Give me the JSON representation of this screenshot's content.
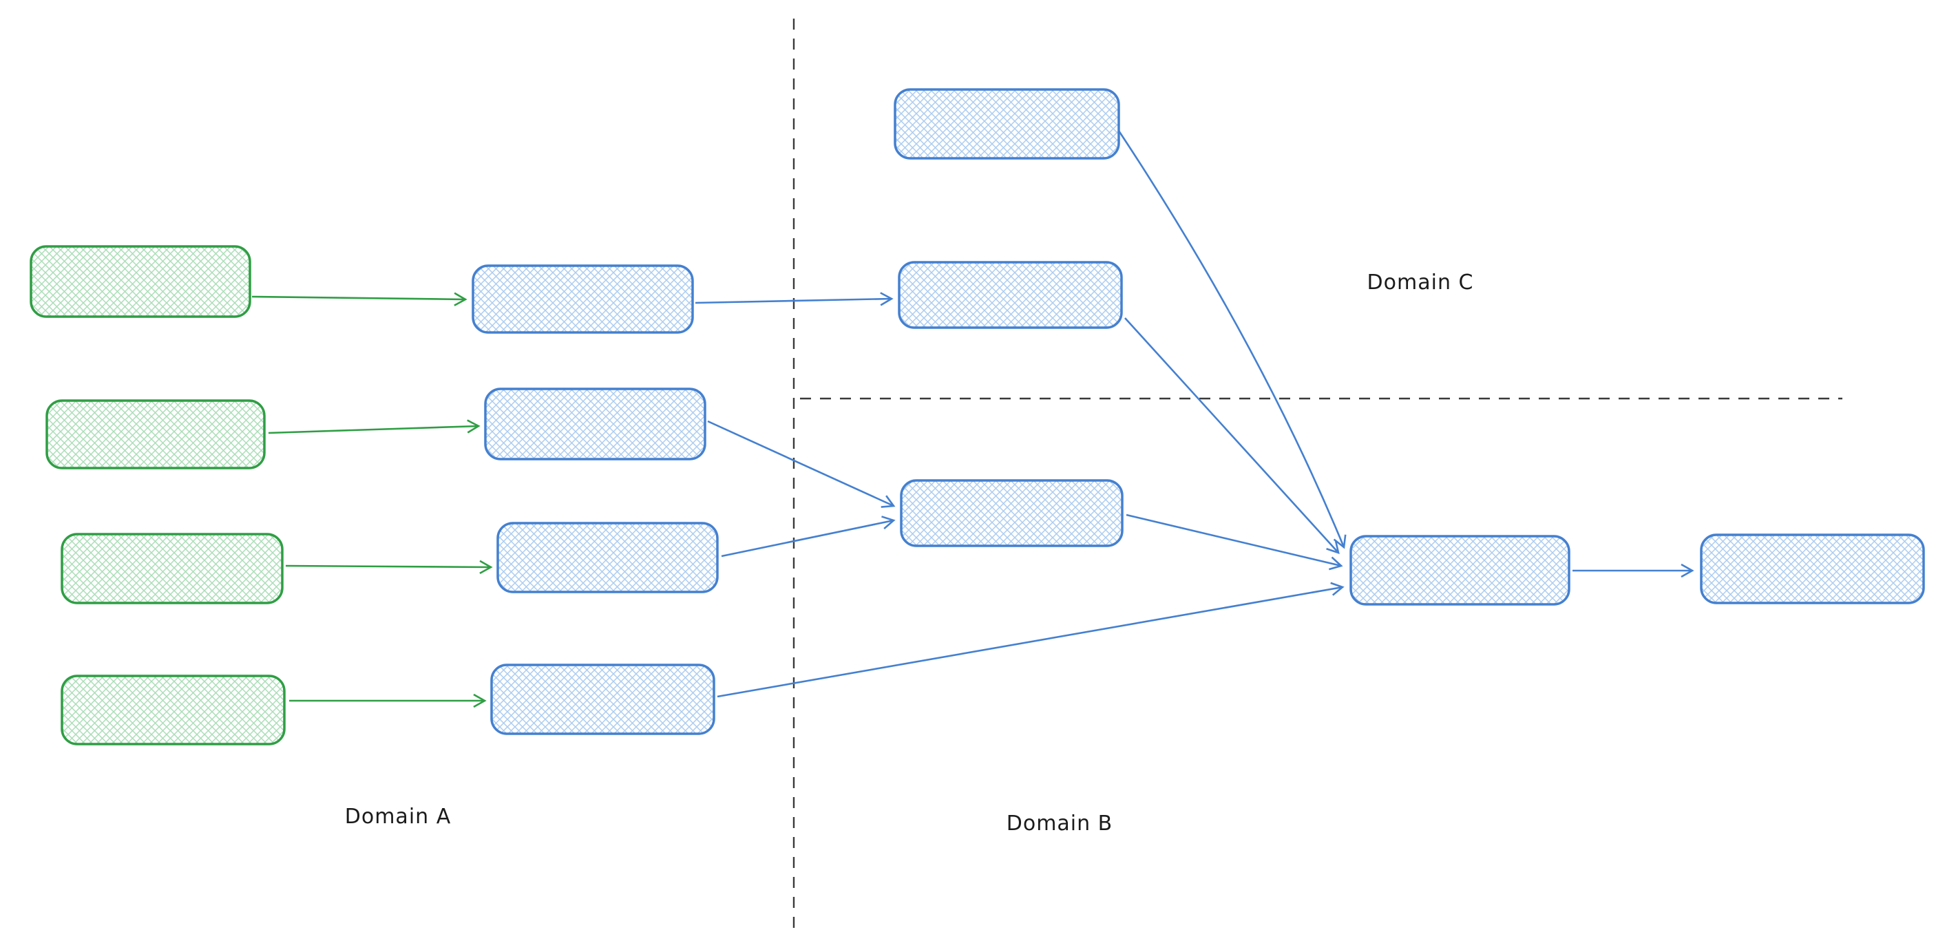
{
  "diagram": {
    "labels": {
      "domain_a": "Domain A",
      "domain_b": "Domain B",
      "domain_c": "Domain C"
    },
    "colors": {
      "green": "#2f9e44",
      "blue": "#4480d0",
      "hatch_green": "#8fd2a0",
      "hatch_blue": "#97c0ec",
      "divider": "#3a3a3a",
      "text": "#1b1b1b",
      "background": "#ffffff"
    },
    "nodes": [
      {
        "id": "source-1",
        "color": "green",
        "label": ""
      },
      {
        "id": "source-2",
        "color": "green",
        "label": ""
      },
      {
        "id": "source-3",
        "color": "green",
        "label": ""
      },
      {
        "id": "source-4",
        "color": "green",
        "label": ""
      },
      {
        "id": "stage1-1",
        "color": "blue",
        "label": ""
      },
      {
        "id": "stage1-2",
        "color": "blue",
        "label": ""
      },
      {
        "id": "stage1-3",
        "color": "blue",
        "label": ""
      },
      {
        "id": "stage1-4",
        "color": "blue",
        "label": ""
      },
      {
        "id": "c-input-1",
        "color": "blue",
        "label": ""
      },
      {
        "id": "c-input-2",
        "color": "blue",
        "label": ""
      },
      {
        "id": "b-merge-1",
        "color": "blue",
        "label": ""
      },
      {
        "id": "b-hub",
        "color": "blue",
        "label": ""
      },
      {
        "id": "b-output",
        "color": "blue",
        "label": ""
      }
    ],
    "edges": [
      {
        "from": "source-1",
        "to": "stage1-1"
      },
      {
        "from": "source-2",
        "to": "stage1-2"
      },
      {
        "from": "source-3",
        "to": "stage1-3"
      },
      {
        "from": "source-4",
        "to": "stage1-4"
      },
      {
        "from": "stage1-1",
        "to": "c-input-2"
      },
      {
        "from": "stage1-2",
        "to": "b-merge-1"
      },
      {
        "from": "stage1-3",
        "to": "b-merge-1"
      },
      {
        "from": "stage1-4",
        "to": "b-hub"
      },
      {
        "from": "c-input-1",
        "to": "b-hub"
      },
      {
        "from": "c-input-2",
        "to": "b-hub"
      },
      {
        "from": "b-merge-1",
        "to": "b-hub"
      },
      {
        "from": "b-hub",
        "to": "b-output"
      }
    ]
  }
}
